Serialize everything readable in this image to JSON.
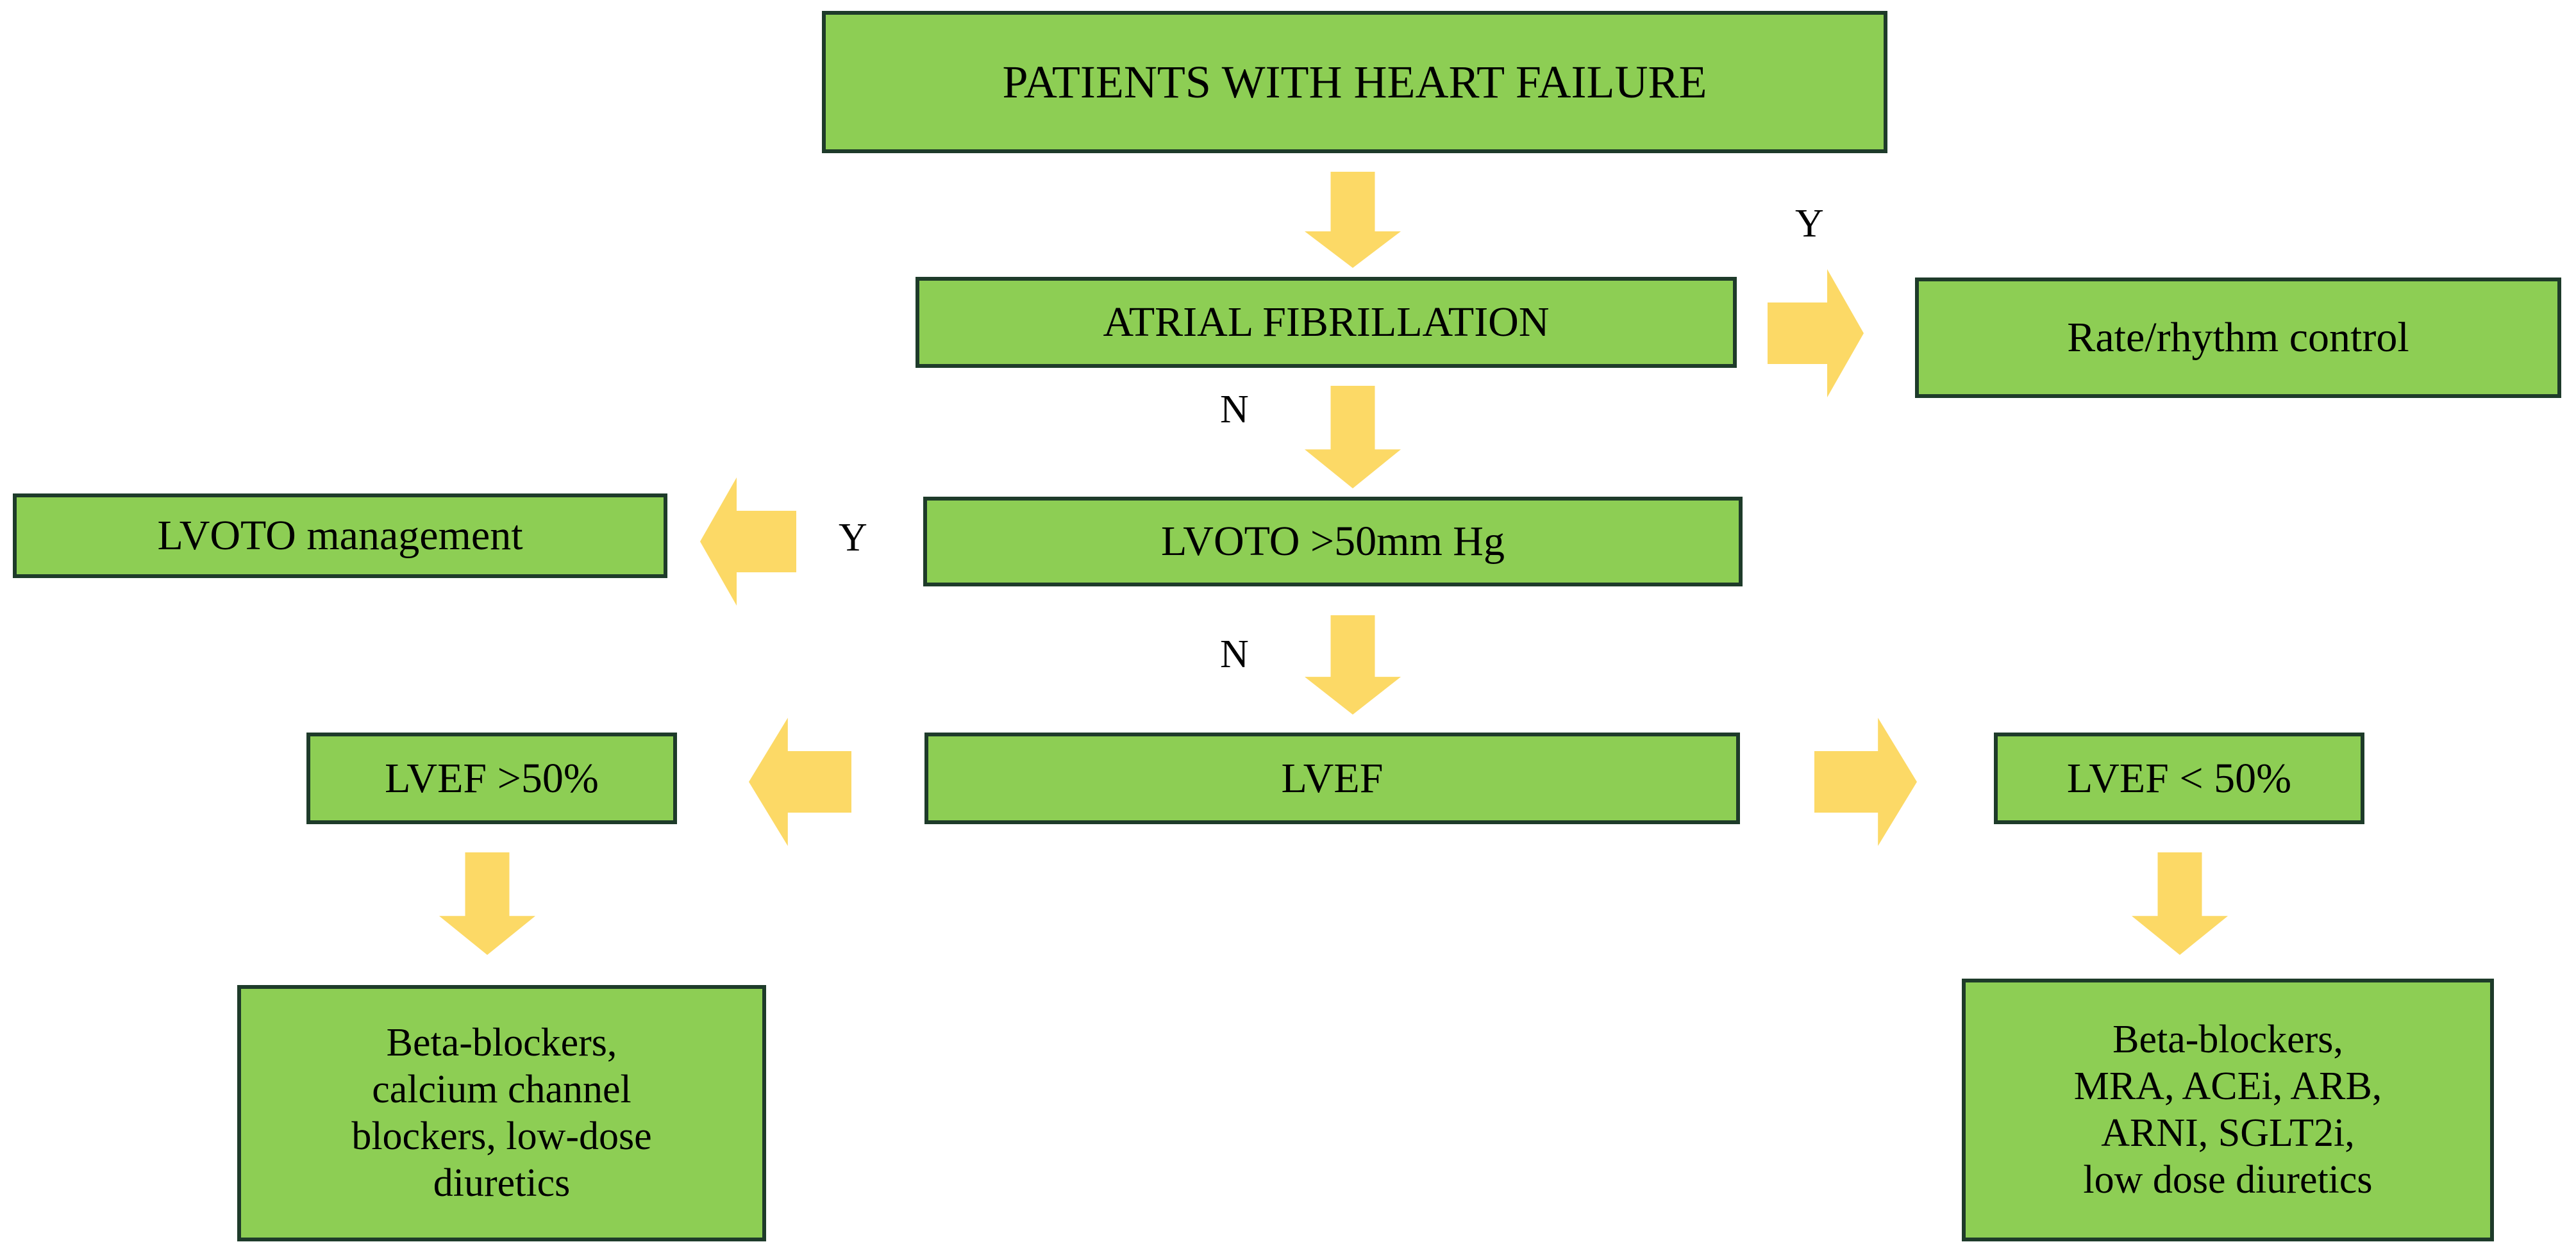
{
  "diagram": {
    "title": "Heart failure management algorithm",
    "colors": {
      "box_fill": "#8DCE54",
      "box_border": "#1E3B2A",
      "arrow_fill": "#FCD966",
      "text": "#000000",
      "background": "#FFFFFF"
    },
    "nodes": {
      "patients_heart_failure": {
        "label": "PATIENTS WITH HEART FAILURE"
      },
      "atrial_fibrillation": {
        "label": "ATRIAL FIBRILLATION"
      },
      "rate_rhythm_control": {
        "label": "Rate/rhythm  control"
      },
      "lvoto_threshold": {
        "label": "LVOTO >50mm Hg"
      },
      "lvoto_management": {
        "label": "LVOTO management"
      },
      "lvef": {
        "label": "LVEF"
      },
      "lvef_preserved": {
        "label": "LVEF >50%"
      },
      "lvef_reduced": {
        "label": "LVEF < 50%"
      },
      "treatment_preserved": {
        "lines": [
          "Beta-blockers,",
          "calcium channel",
          "blockers, low-dose",
          "diuretics"
        ]
      },
      "treatment_reduced": {
        "lines": [
          "Beta-blockers,",
          "MRA, ACEi, ARB,",
          "ARNI, SGLT2i,",
          "low dose diuretics"
        ]
      }
    },
    "edge_labels": {
      "af_yes": "Y",
      "af_no": "N",
      "lvoto_yes": "Y",
      "lvoto_no": "N"
    }
  }
}
